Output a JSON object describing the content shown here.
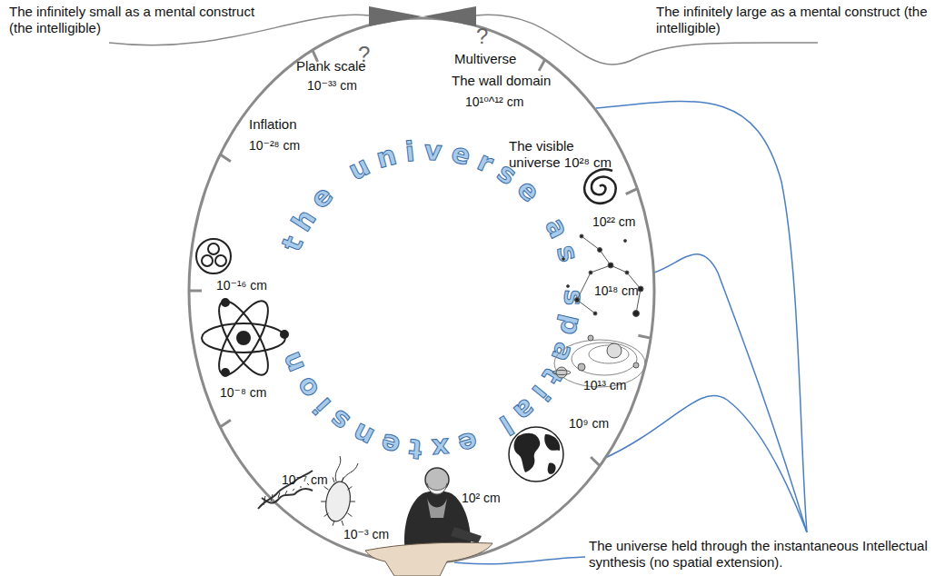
{
  "diagram": {
    "labels": [
      "The infinitely small as a mental construct (the intelligible)",
      "The infinitely large as a mental construct (the intelligible)",
      "?",
      "?",
      "Plank scale",
      "10⁻³³ cm",
      "Multiverse",
      "The wall domain",
      "10¹⁰^¹² cm",
      "Inflation",
      "10⁻²⁸ cm",
      "The visible universe 10²⁸ cm",
      "10²² cm",
      "10¹⁸ cm",
      "10¹³ cm",
      "10⁹ cm",
      "10² cm",
      "10⁻³ cm",
      "10⁻⁷ cm",
      "10⁻⁸ cm",
      "10⁻¹⁶ cm",
      "the universe as spatial extension",
      "The universe held through the instantaneous Intellectual synthesis (no spatial extension)."
    ]
  }
}
